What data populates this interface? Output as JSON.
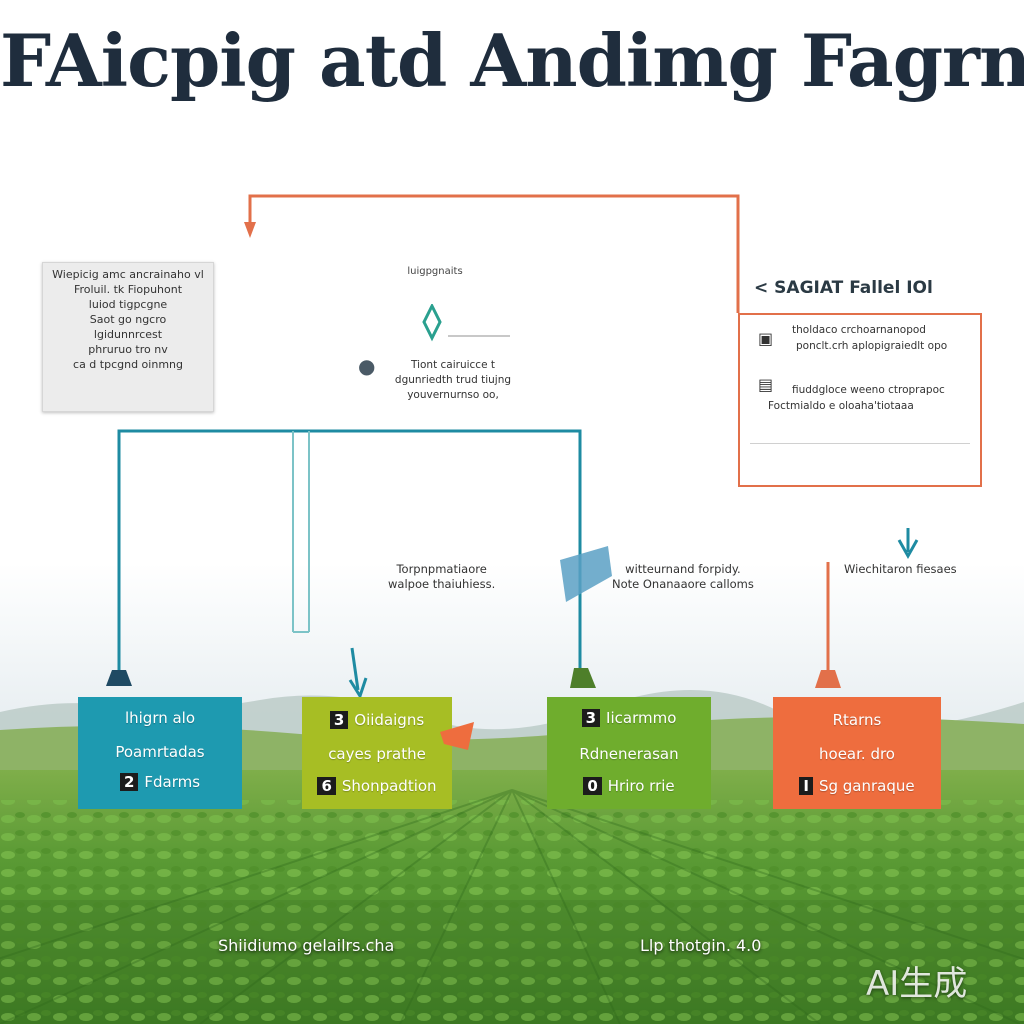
{
  "title": "FAicpig atd Andimg Fagrne",
  "left_card": {
    "lines": [
      "Wiepicig amc ancrainaho vl",
      "Froluil. tk Fiopuhont",
      "luiod tigpcgne",
      "",
      "Saot go ngcro",
      "",
      "lgidunnrcest",
      "phruruo tro nv",
      "ca d tpcgnd oinmng"
    ]
  },
  "center_top": {
    "label": "luigpgnaits",
    "text_lines": [
      "Tiont cairuicce t",
      "dgunriedth trud tiujng",
      "youvernurnso oo,"
    ]
  },
  "right_panel": {
    "title": "< SAGIAT Fallel IOl",
    "row1": [
      "tholdaco crchoarnanopod",
      "ponclt.crh aplopigraiedlt opo"
    ],
    "row2": [
      "fiuddgloce weeno ctroprapoc",
      "Foctmialdo e oloaha'tiotaaa"
    ]
  },
  "notes": {
    "left": [
      "Torpnpmatiaore",
      "walpoe thaiuhiess."
    ],
    "center": [
      "witteurnand forpidy.",
      "Note Onanaaore calloms"
    ],
    "right": [
      "Wiechitaron fiesaes"
    ]
  },
  "boxes": [
    {
      "color": "#1e9ab0",
      "lines": [
        {
          "text": "lhigrn alo"
        },
        {
          "text": "Poamrtadas"
        },
        {
          "num": "2",
          "text": "Fdarms"
        }
      ]
    },
    {
      "color": "#a7be24",
      "lines": [
        {
          "num": "3",
          "text": "Oiidaigns"
        },
        {
          "text": "cayes prathe"
        },
        {
          "num": "6",
          "text": "Shonpadtion"
        }
      ]
    },
    {
      "color": "#6fad2d",
      "lines": [
        {
          "num": "3",
          "text": "Iicarmmo"
        },
        {
          "text": "Rdnenerasan"
        },
        {
          "num": "0",
          "text": "Hriro rrie"
        }
      ]
    },
    {
      "color": "#ee6d3e",
      "lines": [
        {
          "num": "",
          "text": "Rtarns"
        },
        {
          "text": "hoear. dro"
        },
        {
          "num": "I",
          "text": "Sg ganraque"
        }
      ]
    }
  ],
  "bottom_labels": [
    "Shiidiumo gelailrs.cha",
    "Llp thotgin. 4.0"
  ],
  "watermark": "AI生成",
  "colors": {
    "teal": "#1e9ab0",
    "orange": "#e2704a",
    "green": "#6fad2d",
    "lime": "#a7be24",
    "title": "#1f2d3d"
  }
}
